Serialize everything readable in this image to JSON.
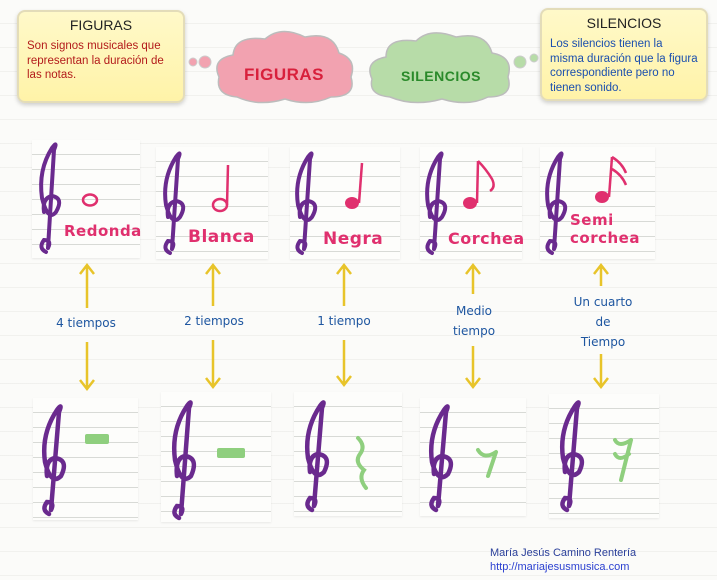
{
  "notes": {
    "figuras": {
      "title": "FIGURAS",
      "text": "Son signos musicales que representan la duración de las notas."
    },
    "silencios": {
      "title": "SILENCIOS",
      "text": "Los silencios tienen la misma duración que la figura correspondiente pero no tienen sonido."
    }
  },
  "clouds": {
    "figuras": {
      "label": "FIGURAS",
      "fill": "#f2a2b0",
      "text_color": "#d8203c"
    },
    "silencios": {
      "label": "SILENCIOS",
      "fill": "#b7dca8",
      "text_color": "#2a8a2a"
    }
  },
  "figures": [
    {
      "name": "redonda",
      "label_lines": [
        "Redonda"
      ],
      "duration_lines": [
        "4 tiempos"
      ]
    },
    {
      "name": "blanca",
      "label_lines": [
        "Blanca"
      ],
      "duration_lines": [
        "2 tiempos"
      ]
    },
    {
      "name": "negra",
      "label_lines": [
        "Negra"
      ],
      "duration_lines": [
        "1 tiempo"
      ]
    },
    {
      "name": "corchea",
      "label_lines": [
        "Corchea"
      ],
      "duration_lines": [
        "Medio",
        "tiempo"
      ]
    },
    {
      "name": "semicorchea",
      "label_lines": [
        "Semi",
        "corchea"
      ],
      "duration_lines": [
        "Un cuarto",
        "de",
        "Tiempo"
      ]
    }
  ],
  "colors": {
    "clef": "#6a2a8e",
    "note": "#e0306e",
    "rest": "#8fcf7e",
    "arrow": "#e8c42a",
    "duration_text": "#1e56a0"
  },
  "credit": {
    "name": "María Jesús Camino Rentería",
    "url": "http://mariajesusmusica.com"
  }
}
